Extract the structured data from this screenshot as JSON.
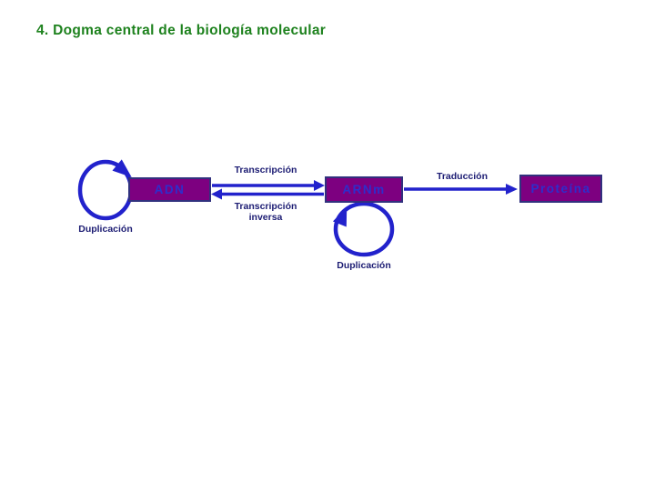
{
  "slide": {
    "title": "4. Dogma central de la biología molecular",
    "colors": {
      "background": "#ffffff",
      "title": "#1e821e",
      "box_fill": "#7d0080",
      "box_border": "#31317e",
      "box_text": "#2e2ecb",
      "arrow": "#2222cc",
      "label": "#1c1c73"
    }
  },
  "diagram": {
    "nodes": [
      {
        "id": "adn",
        "label": "ADN"
      },
      {
        "id": "arnm",
        "label": "ARNm"
      },
      {
        "id": "proteina",
        "label": "Proteína"
      }
    ],
    "edges": [
      {
        "from": "ADN",
        "to": "ARNm",
        "label": "Transcripción"
      },
      {
        "from": "ARNm",
        "to": "ADN",
        "label": "Transcripción\ninversa"
      },
      {
        "from": "ARNm",
        "to": "Proteína",
        "label": "Traducción"
      },
      {
        "from": "ADN",
        "to": "ADN",
        "label": "Duplicación"
      },
      {
        "from": "ARNm",
        "to": "ARNm",
        "label": "Duplicación"
      }
    ]
  }
}
